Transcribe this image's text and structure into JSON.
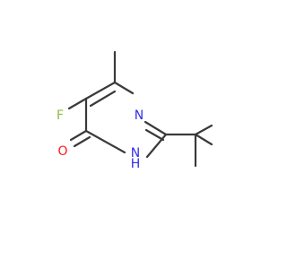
{
  "molecule": {
    "atoms": {
      "F": {
        "symbol": "F",
        "color": "#8fbd3a"
      },
      "N3": {
        "symbol": "N",
        "color": "#2f2ff0"
      },
      "NH": {
        "symbol": "N",
        "color": "#2f2ff0"
      },
      "H": {
        "symbol": "H",
        "color": "#2f2ff0"
      },
      "O": {
        "symbol": "O",
        "color": "#ff1a1a"
      }
    },
    "bond_color": "#3a3a3a"
  }
}
